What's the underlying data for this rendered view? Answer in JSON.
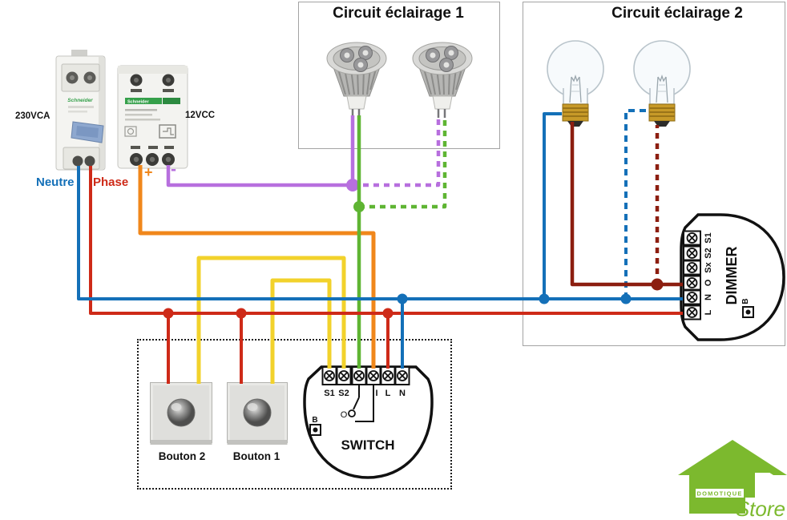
{
  "diagram": {
    "circuit1": {
      "title": "Circuit éclairage 1"
    },
    "circuit2": {
      "title": "Circuit éclairage 2"
    },
    "power": {
      "breaker_label": "230VCA",
      "breaker_brand": "Schneider",
      "psu_label": "12VCC",
      "psu_brand": "Schneider",
      "neutral_label": "Neutre",
      "phase_label": "Phase",
      "plus_label": "+",
      "minus_label": "-"
    },
    "buttons": {
      "button2_label": "Bouton 2",
      "button1_label": "Bouton 1"
    },
    "switch": {
      "name": "SWITCH",
      "t1": "S1",
      "t2": "S2",
      "t3": "",
      "t4": "I",
      "t5": "L",
      "t6": "N",
      "contact_label": "O",
      "service_button": "B"
    },
    "dimmer": {
      "name": "DIMMER",
      "t1": "S1",
      "t2": "S2",
      "t3": "Sx",
      "t4": "O",
      "t5": "N",
      "t6": "L",
      "service_button": "B"
    },
    "logo": {
      "name": "Domotique",
      "suffix": "Store"
    }
  },
  "colors": {
    "neutral": "#1470B8",
    "phase": "#CE2A18",
    "dimmer_load": "#8C1E10",
    "dc_plus": "#F0871B",
    "dc_minus": "#B76FDE",
    "switch_s1s2": "#F2D22B",
    "switch_load": "#5FB533",
    "logo_green": "#7CB92E"
  }
}
